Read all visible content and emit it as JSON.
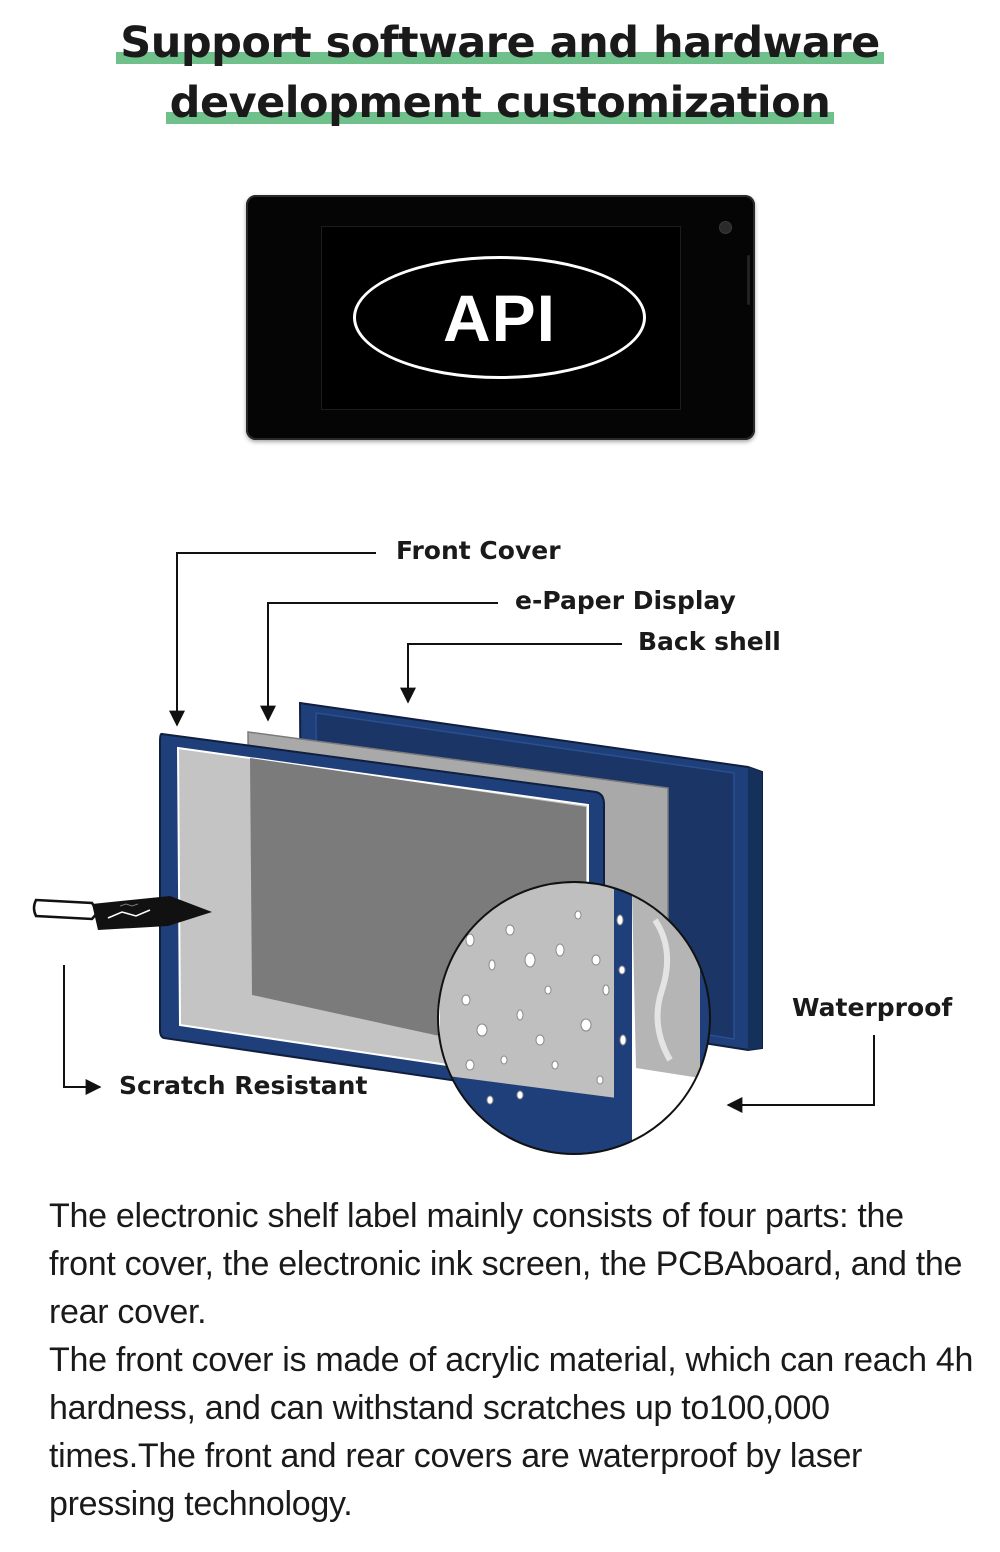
{
  "header": {
    "title_line1": "Support software and hardware",
    "title_line2": "development customization"
  },
  "device": {
    "screen_text": "API"
  },
  "diagram": {
    "labels": {
      "front_cover": "Front Cover",
      "epaper_display": "e-Paper Display",
      "back_shell": "Back shell",
      "waterproof": "Waterproof",
      "scratch_resistant": "Scratch Resistant"
    },
    "colors": {
      "frame_blue": "#1f3f7a",
      "highlight_green": "#6fc08a"
    }
  },
  "description": {
    "paragraph1": "The electronic shelf label mainly consists of four parts: the front cover, the electronic ink screen, the PCBAboard, and the rear cover.",
    "paragraph2": "The front cover is made of acrylic material, which can reach 4h hardness, and can withstand scratches up to100,000 times.The front and rear covers are waterproof by laser pressing technology."
  }
}
